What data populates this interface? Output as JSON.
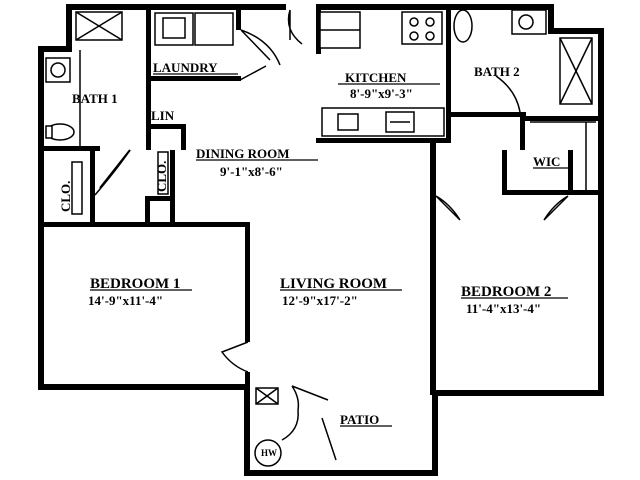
{
  "rooms": {
    "laundry": {
      "name": "LAUNDRY"
    },
    "bath1": {
      "name": "BATH 1"
    },
    "linen": {
      "name": "LIN"
    },
    "kitchen": {
      "name": "KITCHEN",
      "dim": "8'-9\"x9'-3\""
    },
    "bath2": {
      "name": "BATH 2"
    },
    "dining": {
      "name": "DINING ROOM",
      "dim": "9'-1\"x8'-6\""
    },
    "closet_a": {
      "name": "CLO."
    },
    "closet_b": {
      "name": "CLO."
    },
    "wic": {
      "name": "WIC"
    },
    "bedroom1": {
      "name": "BEDROOM 1",
      "dim": "14'-9\"x11'-4\""
    },
    "living": {
      "name": "LIVING ROOM",
      "dim": "12'-9\"x17'-2\""
    },
    "bedroom2": {
      "name": "BEDROOM 2",
      "dim": "11'-4\"x13'-4\""
    },
    "patio": {
      "name": "PATIO"
    },
    "water_heater": {
      "name": "HW"
    }
  }
}
